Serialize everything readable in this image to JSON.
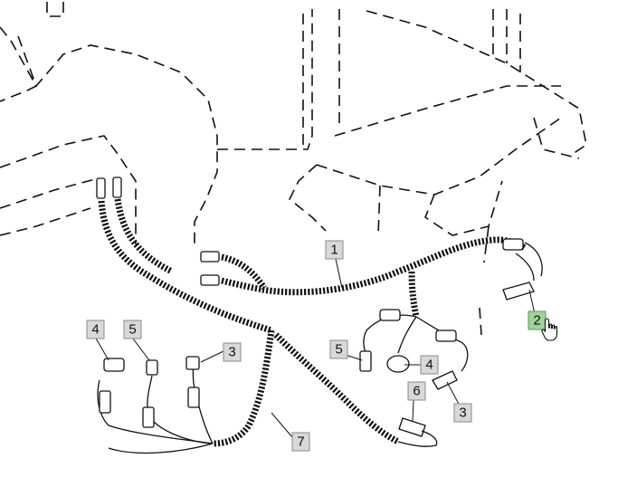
{
  "diagram": {
    "callouts": [
      {
        "id": "c1",
        "text": "1"
      },
      {
        "id": "c2",
        "text": "2",
        "active": true
      },
      {
        "id": "c3a",
        "text": "3"
      },
      {
        "id": "c3b",
        "text": "3"
      },
      {
        "id": "c4a",
        "text": "4"
      },
      {
        "id": "c4b",
        "text": "4"
      },
      {
        "id": "c5a",
        "text": "5"
      },
      {
        "id": "c5b",
        "text": "5"
      },
      {
        "id": "c6",
        "text": "6"
      },
      {
        "id": "c7",
        "text": "7"
      }
    ],
    "cursor_icon": "hand-pointer-icon",
    "colors": {
      "line": "#111111",
      "callout_fill": "#d8d8d8",
      "callout_active_fill": "#9fd39a"
    }
  }
}
